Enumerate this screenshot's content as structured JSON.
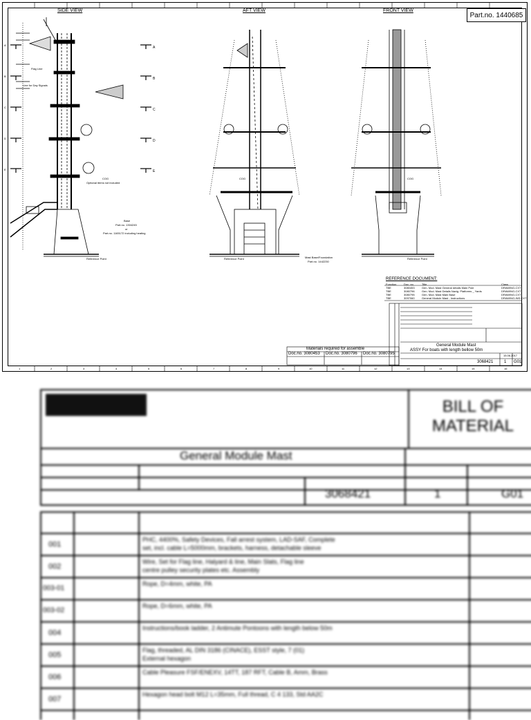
{
  "drawing": {
    "views": {
      "side": "SIDE VIEW",
      "aft": "AFT VIEW",
      "front": "FRONT VIEW"
    },
    "part_no": "Part.no. 1440685",
    "row_letters": [
      "A",
      "B",
      "C",
      "D",
      "E"
    ],
    "col_numbers": [
      "1",
      "2",
      "3",
      "4",
      "5",
      "6",
      "7",
      "8",
      "9",
      "10",
      "11",
      "12",
      "13",
      "14",
      "15",
      "16"
    ],
    "annotations": {
      "flag_line": "Flag Line",
      "line_day_signals": "Line for Day Signals",
      "cog": "COG",
      "optional_items": "Optional items not included",
      "base": "Base",
      "base_part": "Part.no. 1304245",
      "base_or": "or",
      "base_part2": "Part.no. 1165172 including heating",
      "ref_point": "Reference Point",
      "mast_base_foundation": "Mast Base/Foundation",
      "mast_base_part": "Part.no. 1442230"
    },
    "reference": {
      "heading": "REFERENCE DOCUMENT:",
      "columns": [
        "Function",
        "Doc. no.",
        "Title",
        "Class"
      ],
      "rows": [
        [
          "TBE",
          "3080453",
          "Gen. Mod. Mast General details Main Pole",
          "DRAWING-CXT"
        ],
        [
          "TBE",
          "3080796",
          "Gen. Mod. Mast Details Navig. Platforms _ Yards",
          "DRAWING-CXT"
        ],
        [
          "TBE",
          "3080795",
          "Gen. Mod. Mast Main Base",
          "DRAWING-CXT"
        ],
        [
          "TBE",
          "3097060",
          "General Module Mast - Instructions",
          "DRAWING-INS-CXT"
        ]
      ]
    },
    "materials": {
      "heading": "Materials required for assemble",
      "docs": [
        "Doc.no. 3080453",
        "Doc.no. 3080796",
        "Doc.no. 3080795"
      ]
    },
    "title_block": {
      "name": "General Module Mast",
      "subtitle": "ASSY  For boats with length bellow 50m",
      "doc_no": "3068421",
      "sheet": "1",
      "rev": "G01",
      "date": "15.06.2017"
    }
  },
  "bom": {
    "title": "BILL OF MATERIAL",
    "product": "General Module Mast",
    "doc_no": "3068421",
    "sheet": "1",
    "rev": "G01",
    "rows": [
      {
        "id": "001",
        "desc": "PHC, 4400%, Safety Devices, Fall arrest system, LAD-SAF, Complete",
        "desc2": "set, incl. cable L=5000mm, brackets, harness, detachable sleeve"
      },
      {
        "id": "002",
        "desc": "Wire, Set for Flag line, Halyard & line, Main Slats, Flag line",
        "desc2": "centre pulley security plates etc. Assembly"
      },
      {
        "id": "003-01",
        "desc": "Rope, D=4mm, white, PA",
        "desc2": ""
      },
      {
        "id": "003-02",
        "desc": "Rope, D=6mm, white, PA",
        "desc2": ""
      },
      {
        "id": "004",
        "desc": "Instructions/book ladder, 2 Antimute Pontoons with length below 50m",
        "desc2": ""
      },
      {
        "id": "005",
        "desc": "Flag, threaded, AL DIN 3186 (CINACE), ESST style, 7 (01)",
        "desc2": "External hexagon"
      },
      {
        "id": "006",
        "desc": "Cable Pleasure FSF/ENEXV, 14TT, 187 RFT, Cable B, Amm, Brass",
        "desc2": ""
      },
      {
        "id": "007",
        "desc": "Hexagon head bolt M12 L=35mm, Full thread, C 4 133, Std AA2C",
        "desc2": ""
      }
    ]
  }
}
